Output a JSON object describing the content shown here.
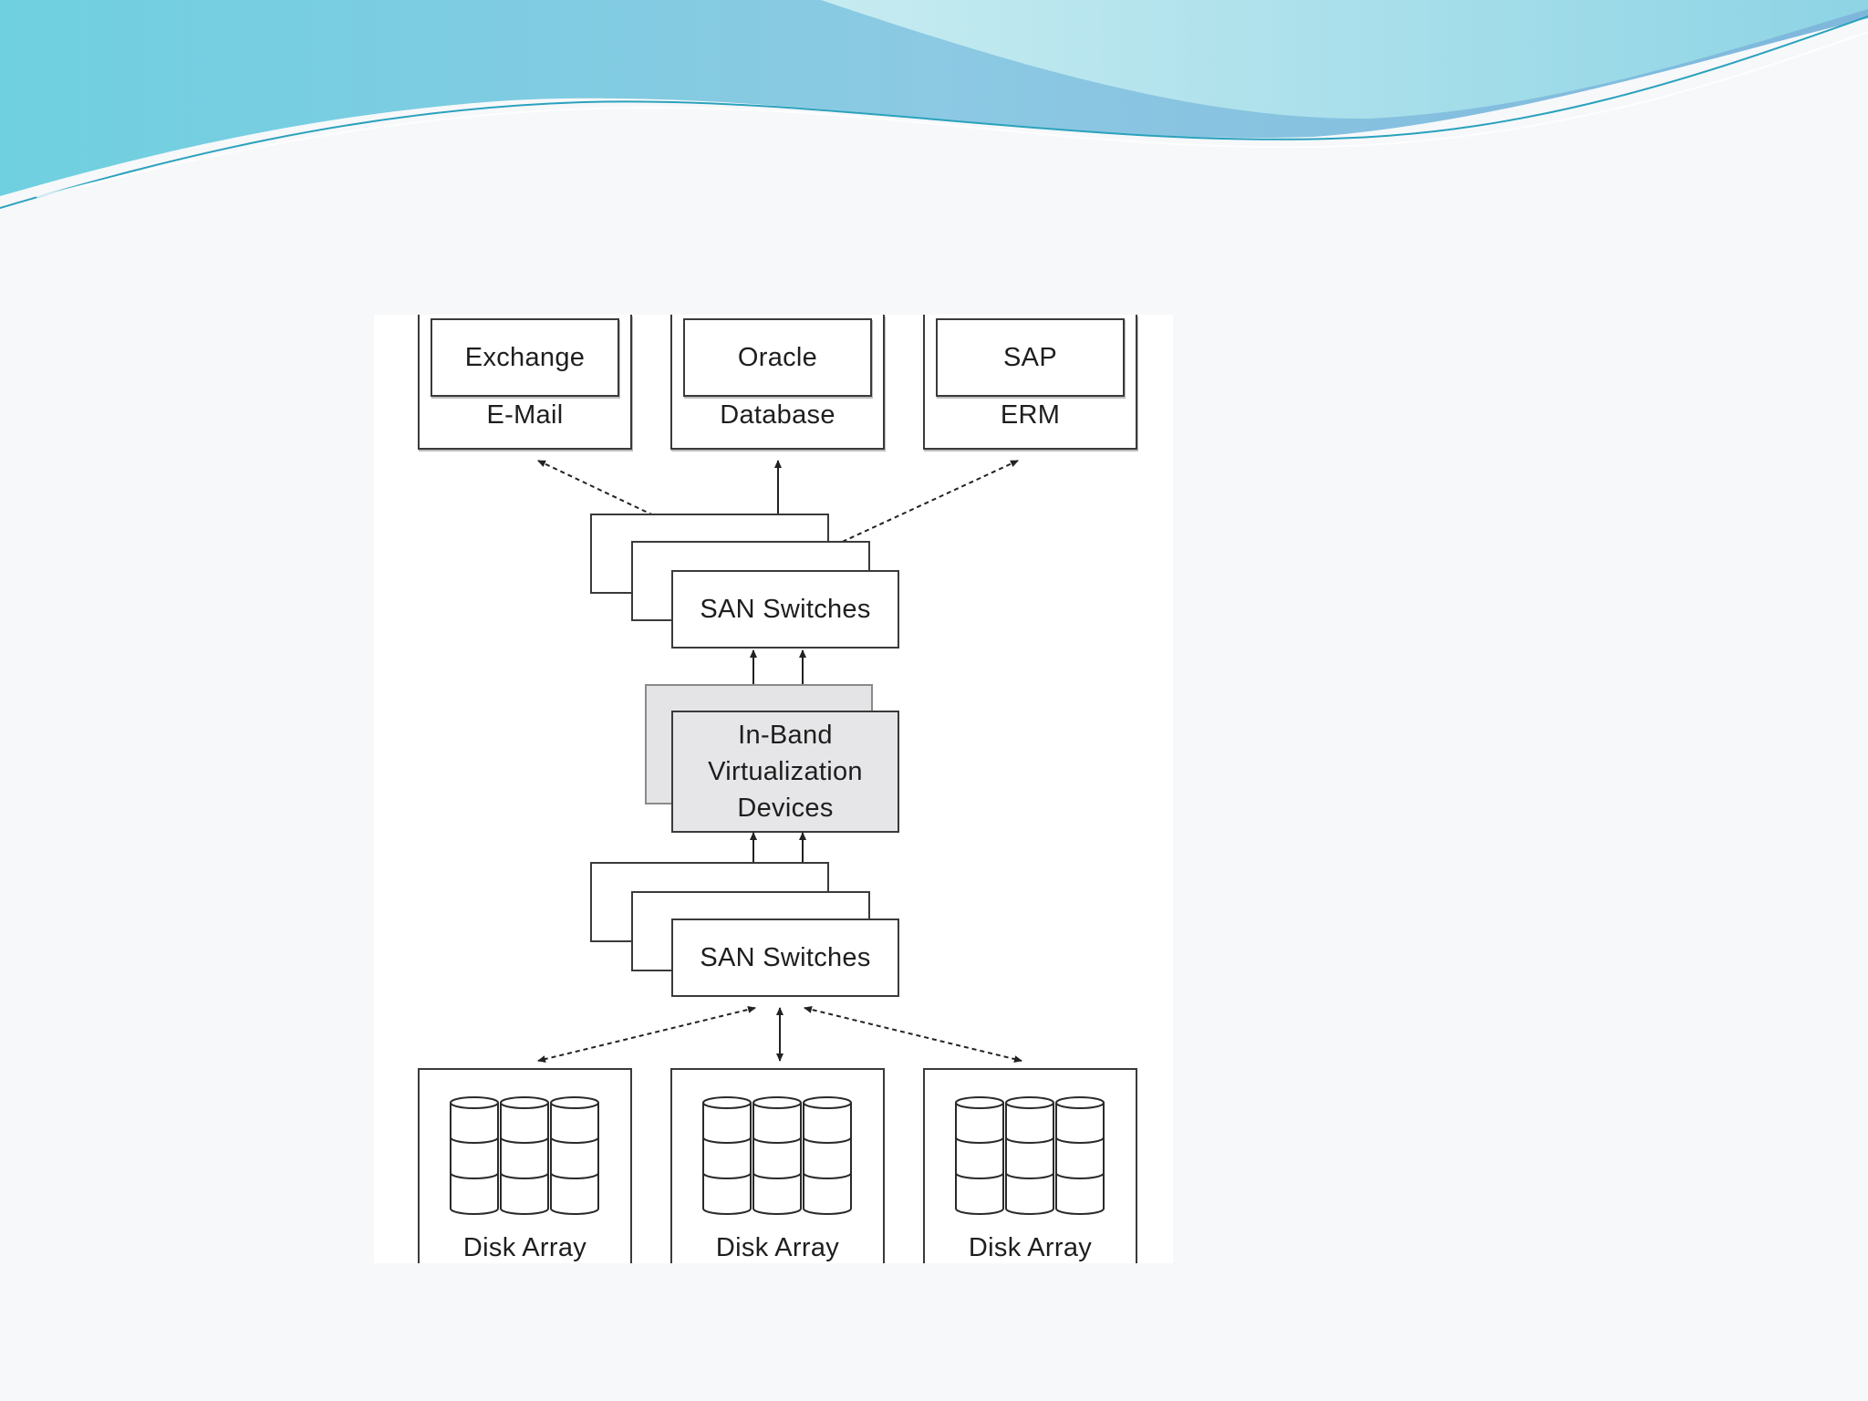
{
  "theme": {
    "wave_light": "#a9e3ea",
    "wave_dark": "#5ec4d8",
    "wave_line": "#2aa2bd",
    "virt_fill": "#e6e6e8"
  },
  "applications": [
    {
      "product": "Exchange",
      "role": "E-Mail"
    },
    {
      "product": "Oracle",
      "role": "Database"
    },
    {
      "product": "SAP",
      "role": "ERM"
    }
  ],
  "switches_top": {
    "label": "SAN Switches"
  },
  "virtualization": {
    "lines": [
      "In-Band",
      "Virtualization",
      "Devices"
    ]
  },
  "switches_bottom": {
    "label": "SAN Switches"
  },
  "storage": [
    {
      "label": "Disk Array"
    },
    {
      "label": "Disk Array"
    },
    {
      "label": "Disk Array"
    }
  ]
}
